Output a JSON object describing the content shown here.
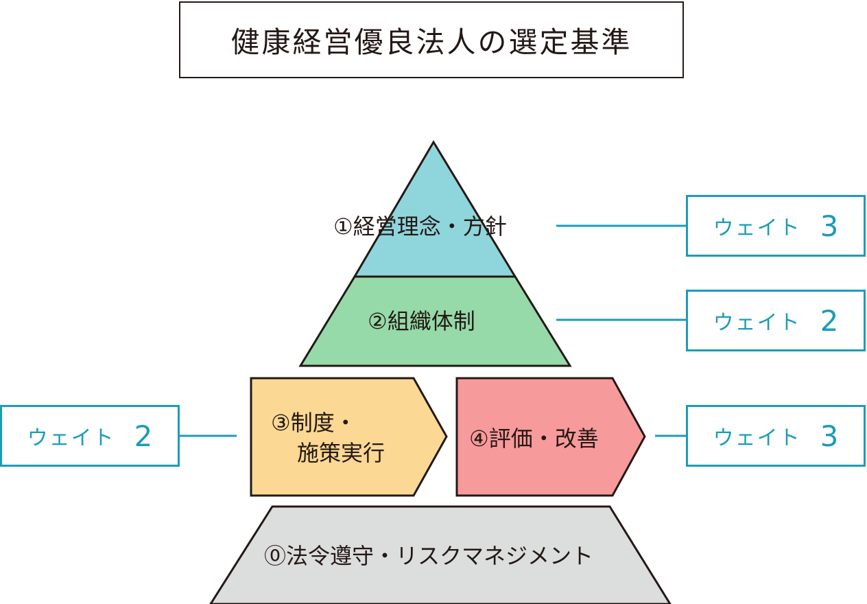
{
  "title": "健康経営優良法人の選定基準",
  "levels": {
    "level1": {
      "label": "①経営理念・方針",
      "color": "#8fd5dc"
    },
    "level2": {
      "label": "②組織体制",
      "color": "#95daa8"
    },
    "level3": {
      "label_line1": "③制度・",
      "label_line2": "施策実行",
      "color": "#fbd893"
    },
    "level4": {
      "label": "④評価・改善",
      "color": "#f79a9b"
    },
    "level0": {
      "label": "⓪法令遵守・リスクマネジメント",
      "color": "#dcdddd"
    }
  },
  "weights": {
    "w1": {
      "text": "ウェイト",
      "value": "3"
    },
    "w2": {
      "text": "ウェイト",
      "value": "2"
    },
    "w3": {
      "text": "ウェイト",
      "value": "2"
    },
    "w4": {
      "text": "ウェイト",
      "value": "3"
    }
  },
  "colors": {
    "outline": "#231815",
    "weight_accent": "#1b9cb8"
  }
}
